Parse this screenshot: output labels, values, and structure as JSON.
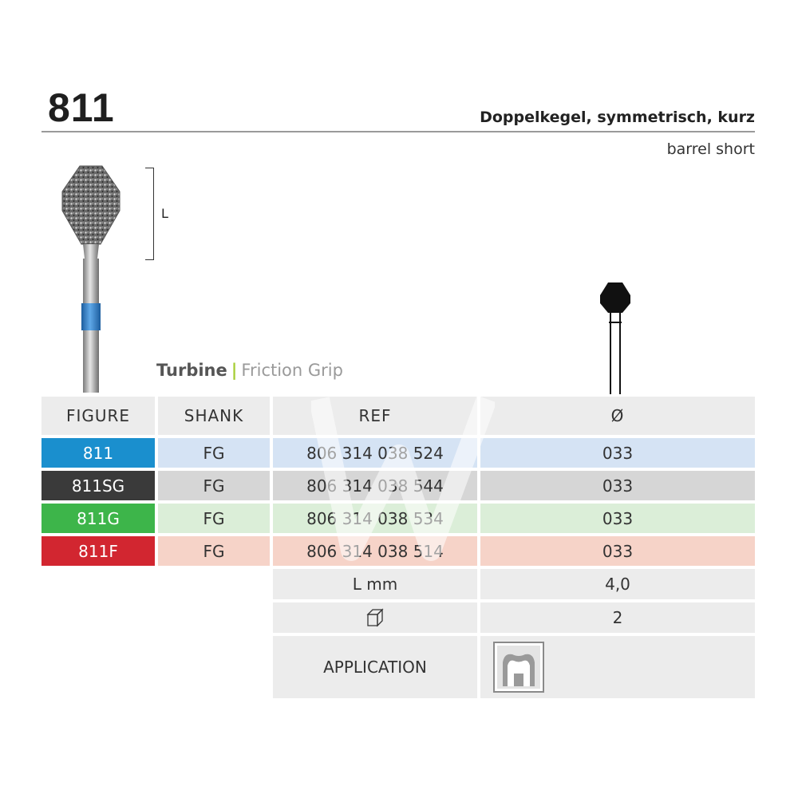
{
  "header": {
    "number": "811",
    "title_de": "Doppelkegel, symmetrisch, kurz",
    "title_en": "barrel short"
  },
  "dimension_label": "L",
  "shank_type": {
    "primary": "Turbine",
    "separator": "|",
    "secondary": "Friction Grip"
  },
  "table": {
    "headers": {
      "figure": "FIGURE",
      "shank": "SHANK",
      "ref": "REF",
      "diameter": "Ø"
    },
    "rows": [
      {
        "figure": "811",
        "shank": "FG",
        "ref": "806 314 038 524",
        "diameter": "033",
        "color": "#1a8fce",
        "light": "#d5e3f4"
      },
      {
        "figure": "811SG",
        "shank": "FG",
        "ref": "806 314 038 544",
        "diameter": "033",
        "color": "#3a3a3a",
        "light": "#d6d6d6"
      },
      {
        "figure": "811G",
        "shank": "FG",
        "ref": "806 314 038 534",
        "diameter": "033",
        "color": "#3db54a",
        "light": "#dbeed8"
      },
      {
        "figure": "811F",
        "shank": "FG",
        "ref": "806 314 038 514",
        "diameter": "033",
        "color": "#d22630",
        "light": "#f6d3c8"
      }
    ],
    "length": {
      "label": "L mm",
      "value": "4,0"
    },
    "pack": {
      "icon": "box-icon",
      "value": "2"
    },
    "application": {
      "label": "APPLICATION",
      "icon": "tooth-crown-icon"
    }
  }
}
